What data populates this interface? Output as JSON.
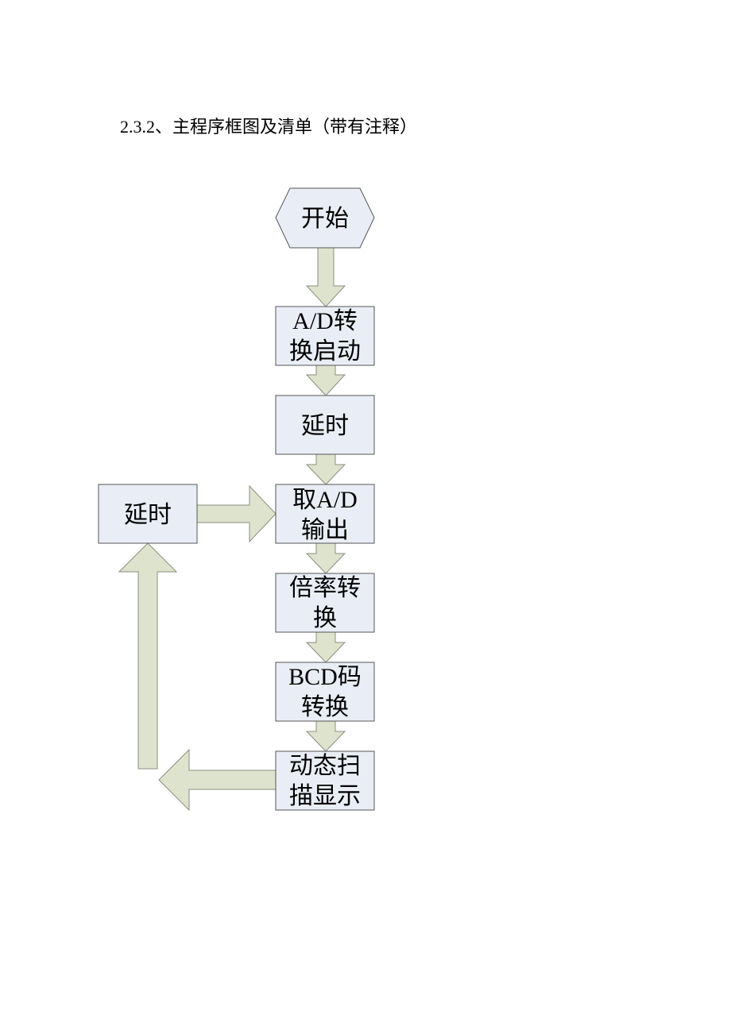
{
  "section_heading": "2.3.2、主程序框图及清单（带有注释）",
  "colors": {
    "box_fill": "#e9eef6",
    "box_stroke": "#555555",
    "arrow_fill": "#dde3cd",
    "arrow_stroke": "#8a8f80"
  },
  "nodes": {
    "start": {
      "lines": [
        "开始"
      ]
    },
    "ad_start": {
      "lines": [
        "A/D转",
        "换启动"
      ]
    },
    "delay1": {
      "lines": [
        "延时"
      ]
    },
    "read_ad": {
      "lines": [
        "取A/D",
        "输出"
      ]
    },
    "scale": {
      "lines": [
        "倍率转",
        "换"
      ]
    },
    "bcd": {
      "lines": [
        "BCD码",
        "转换"
      ]
    },
    "display": {
      "lines": [
        "动态扫",
        "描显示"
      ]
    },
    "delay2": {
      "lines": [
        "延时"
      ]
    }
  }
}
